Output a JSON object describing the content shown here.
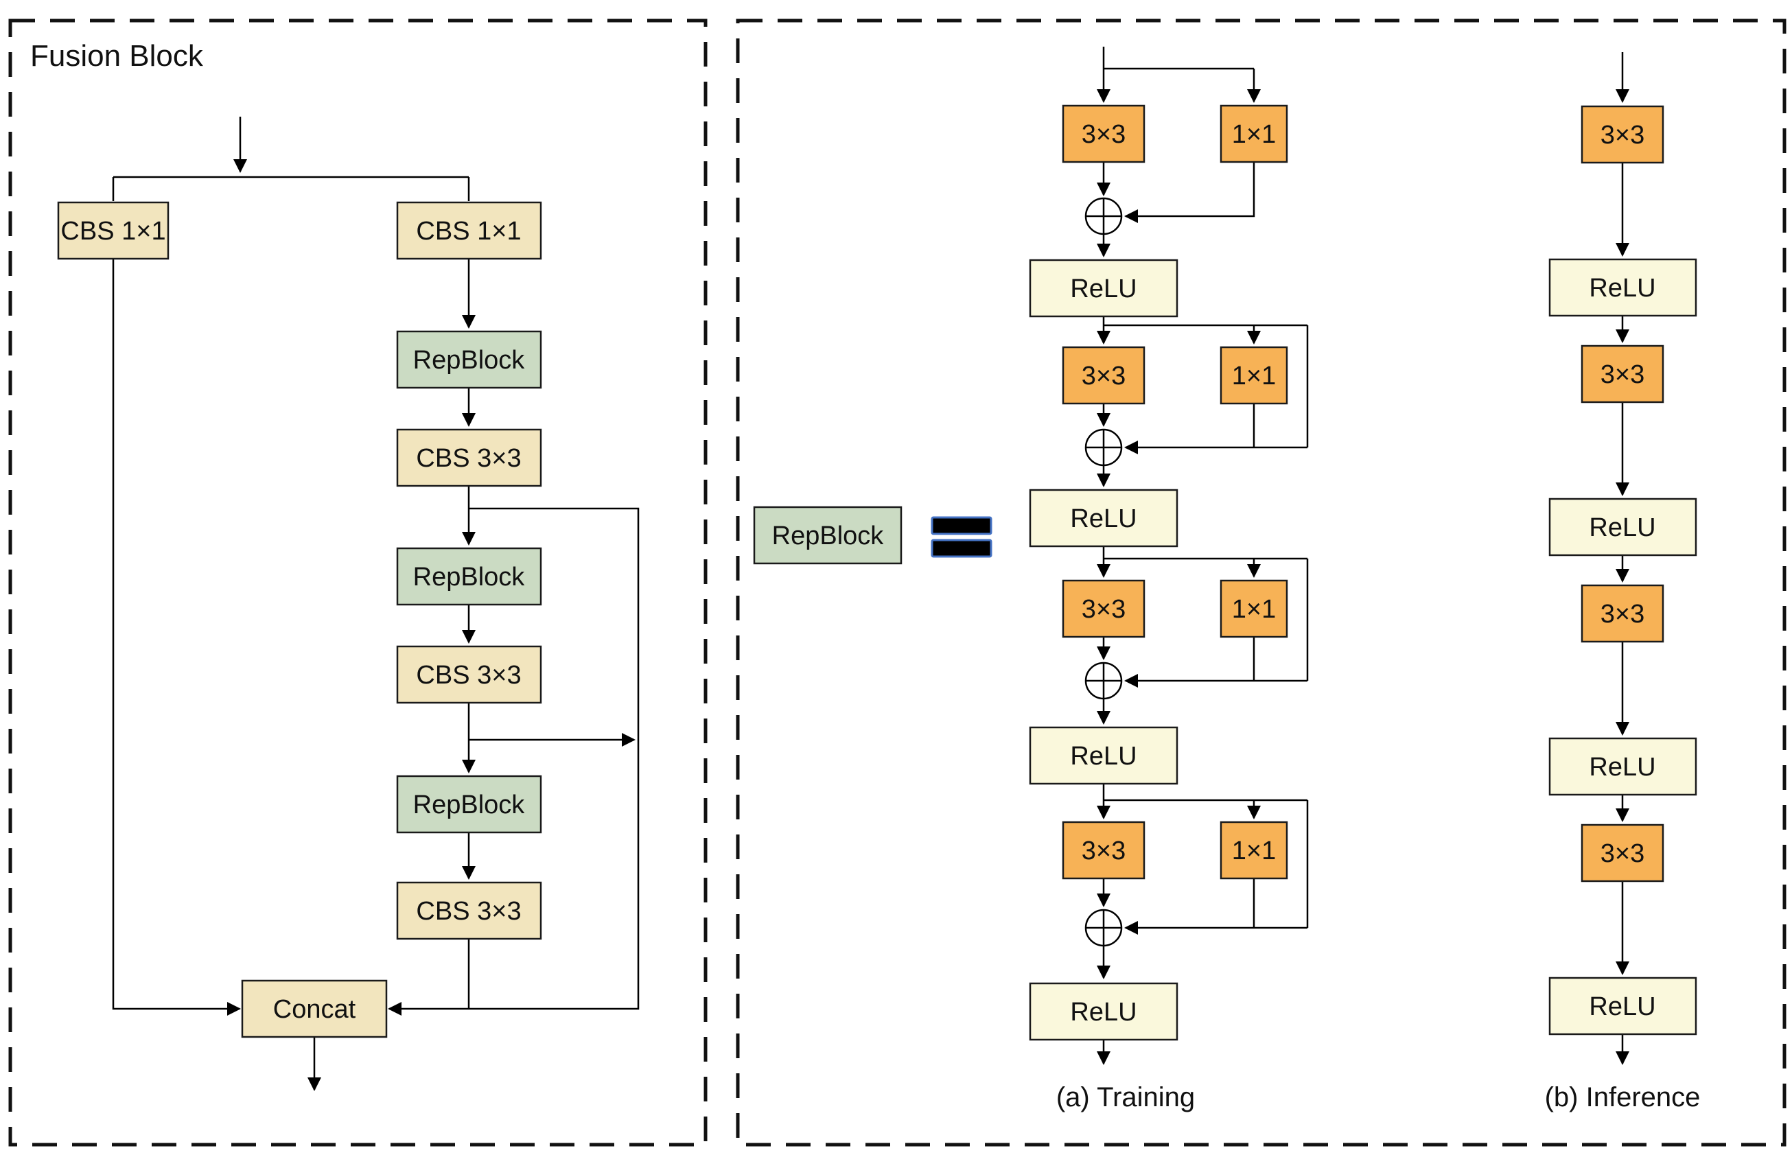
{
  "figure": {
    "fusion_block": {
      "title": "Fusion Block",
      "nodes": {
        "cbs_left": "CBS 1×1",
        "cbs_top": "CBS 1×1",
        "rep1": "RepBlock",
        "cbs33_1": "CBS 3×3",
        "rep2": "RepBlock",
        "cbs33_2": "CBS 3×3",
        "rep3": "RepBlock",
        "cbs33_3": "CBS 3×3",
        "concat": "Concat"
      }
    },
    "repblock": {
      "lhs": "RepBlock",
      "equals_icon": "equals-sign",
      "add_icon": "circle-plus",
      "training": {
        "caption": "(a) Training",
        "stages": [
          {
            "conv3": "3×3",
            "conv1": "1×1",
            "relu": "ReLU",
            "identity": false
          },
          {
            "conv3": "3×3",
            "conv1": "1×1",
            "relu": "ReLU",
            "identity": true
          },
          {
            "conv3": "3×3",
            "conv1": "1×1",
            "relu": "ReLU",
            "identity": true
          },
          {
            "conv3": "3×3",
            "conv1": "1×1",
            "relu": "ReLU",
            "identity": true
          }
        ]
      },
      "inference": {
        "caption": "(b) Inference",
        "stages": [
          {
            "conv3": "3×3",
            "relu": "ReLU"
          },
          {
            "conv3": "3×3",
            "relu": "ReLU"
          },
          {
            "conv3": "3×3",
            "relu": "ReLU"
          },
          {
            "conv3": "3×3",
            "relu": "ReLU"
          }
        ]
      }
    }
  },
  "colors": {
    "conv_orange": "#F7B256",
    "relu_cream": "#FAF8DC",
    "repblock_green": "#CBDBC3",
    "cbs_tan": "#F2E5BE",
    "equals_fill": "#000000",
    "equals_stroke": "#4472C4"
  }
}
